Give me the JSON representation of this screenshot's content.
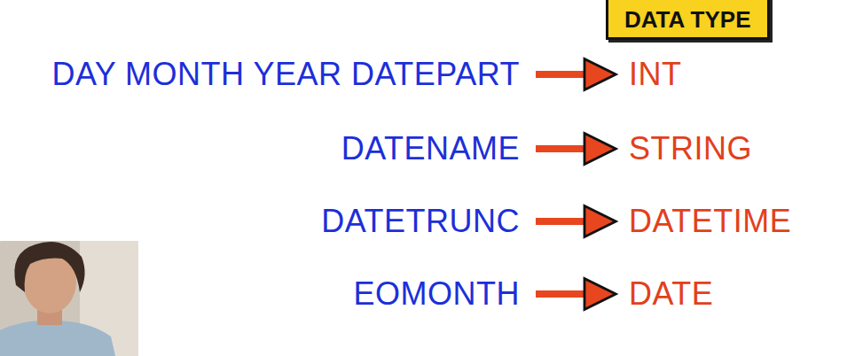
{
  "diagram": {
    "nodes": [
      {
        "text": [
          "DATA TYPE"
        ]
      },
      {
        "text": [
          "DAY MONTH YEAR DATEPART"
        ]
      },
      {
        "text": [
          "INT"
        ]
      },
      {
        "text": [
          "DATENAME"
        ]
      },
      {
        "text": [
          "STRING"
        ]
      },
      {
        "text": [
          "DATETRUNC"
        ]
      },
      {
        "text": [
          "DATETIME"
        ]
      },
      {
        "text": [
          "EOMONTH"
        ]
      },
      {
        "text": [
          "DATE"
        ]
      }
    ],
    "edges": [
      {
        "from": 1,
        "to": 2,
        "arrow": "to"
      },
      {
        "from": 3,
        "to": 4,
        "arrow": "to"
      },
      {
        "from": 5,
        "to": 6,
        "arrow": "to"
      },
      {
        "from": 7,
        "to": 8,
        "arrow": "to"
      }
    ]
  }
}
